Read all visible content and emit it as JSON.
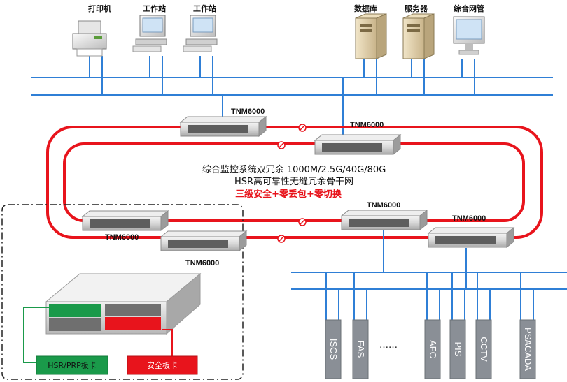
{
  "top_devices": [
    {
      "label": "打印机",
      "icon": "printer-icon"
    },
    {
      "label": "工作站",
      "icon": "workstation-icon"
    },
    {
      "label": "工作站",
      "icon": "workstation-icon"
    },
    {
      "label": "数据库",
      "icon": "database-server-icon"
    },
    {
      "label": "服务器",
      "icon": "server-icon"
    },
    {
      "label": "综合网管",
      "icon": "monitor-icon"
    }
  ],
  "switches": [
    {
      "label": "TNM6000"
    },
    {
      "label": "TNM6000"
    },
    {
      "label": "TNM6000"
    },
    {
      "label": "TNM6000"
    },
    {
      "label": "TNM6000"
    },
    {
      "label": "TNM6000"
    }
  ],
  "center": {
    "line1": "综合监控系统双冗余 1000M/2.5G/40G/80G",
    "line2": "HSR高可靠性无缝冗余骨干网",
    "line3": "三级安全+零丢包+零切换"
  },
  "subsystems": [
    {
      "label": "ISCS"
    },
    {
      "label": "FAS"
    },
    {
      "label": "AFC"
    },
    {
      "label": "PIS"
    },
    {
      "label": "CCTV"
    },
    {
      "label": "PSACADA"
    }
  ],
  "subsystem_ellipsis": "……",
  "cards": {
    "hsr": "HSR/PRP板卡",
    "security": "安全板卡"
  },
  "colors": {
    "ring": "#e8141c",
    "bus": "#2f7fd6",
    "card_green": "#1a9a4a",
    "card_red": "#e8141c",
    "subsystem_box": "#8a8f96"
  }
}
